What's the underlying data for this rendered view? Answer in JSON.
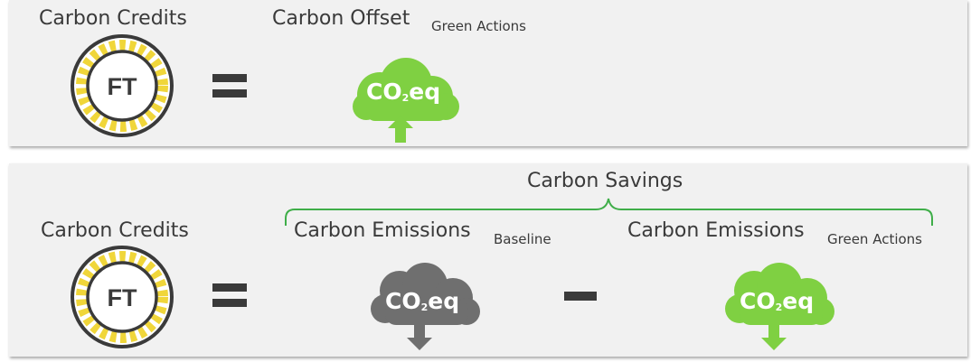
{
  "top": {
    "credits_label": "Carbon Credits",
    "coin_label": "FT",
    "offset_label": "Carbon Offset",
    "offset_sub": "Green Actions",
    "cloud": {
      "co": "CO",
      "sub": "2",
      "eq": "eq"
    }
  },
  "bottom": {
    "credits_label": "Carbon Credits",
    "coin_label": "FT",
    "savings_label": "Carbon Savings",
    "baseline_label": "Carbon Emissions",
    "baseline_sub": "Baseline",
    "green_label": "Carbon Emissions",
    "green_sub": "Green Actions",
    "cloud_baseline": {
      "co": "CO",
      "sub": "2",
      "eq": "eq"
    },
    "cloud_green": {
      "co": "CO",
      "sub": "2",
      "eq": "eq"
    }
  },
  "colors": {
    "green": "#7fd042",
    "gray": "#6f6f6f",
    "coin_yellow": "#f0d63a",
    "bracket": "#3fae49",
    "panel": "#f1f1f1",
    "text": "#3a3a3a"
  },
  "icons": {
    "coin": "ft-coin-icon",
    "equals": "equals-icon",
    "minus": "minus-icon",
    "cloud_up": "co2-cloud-up-arrow-icon",
    "cloud_down": "co2-cloud-down-arrow-icon"
  }
}
